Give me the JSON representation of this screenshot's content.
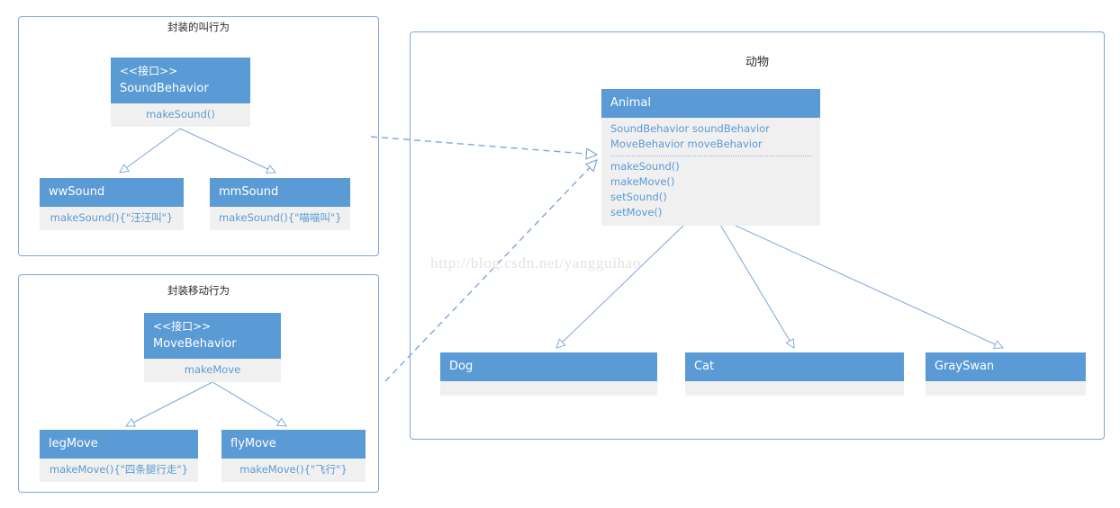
{
  "diagram": {
    "watermark": "http://blog.csdn.net/yangguihao",
    "colors": {
      "header_blue": "#5B9BD5",
      "body_gray": "#F0F0F0",
      "panel_border": "#7EA6D8",
      "text_blue": "#5B9BD5",
      "line_blue": "#7EA6D8",
      "watermark_gray": "#E3E3E3"
    }
  },
  "panels": [
    {
      "id": "sound-panel",
      "title": "封装的叫行为"
    },
    {
      "id": "move-panel",
      "title": "封装移动行为"
    },
    {
      "id": "animal-panel",
      "title": "动物"
    }
  ],
  "classes": {
    "sound_behavior": {
      "stereotype": "<<接口>>",
      "name": "SoundBehavior",
      "methods": [
        "makeSound()"
      ]
    },
    "ww_sound": {
      "name": "wwSound",
      "methods": [
        "makeSound(){\"汪汪叫\"}"
      ]
    },
    "mm_sound": {
      "name": "mmSound",
      "methods": [
        "makeSound(){\"喵喵叫\"}"
      ]
    },
    "move_behavior": {
      "stereotype": "<<接口>>",
      "name": "MoveBehavior",
      "methods": [
        "makeMove"
      ]
    },
    "leg_move": {
      "name": "legMove",
      "methods": [
        "makeMove(){\"四条腿行走\"}"
      ]
    },
    "fly_move": {
      "name": "flyMove",
      "methods": [
        "makeMove(){\"飞行\"}"
      ]
    },
    "animal": {
      "name": "Animal",
      "attributes": [
        "SoundBehavior  soundBehavior",
        "MoveBehavior  moveBehavior"
      ],
      "methods": [
        "makeSound()",
        "makeMove()",
        "setSound()",
        "setMove()"
      ]
    },
    "dog": {
      "name": "Dog",
      "methods": []
    },
    "cat": {
      "name": "Cat",
      "methods": []
    },
    "grayswan": {
      "name": "GraySwan",
      "methods": []
    }
  },
  "relations": [
    {
      "type": "generalization",
      "from": "wwSound",
      "to": "SoundBehavior"
    },
    {
      "type": "generalization",
      "from": "mmSound",
      "to": "SoundBehavior"
    },
    {
      "type": "generalization",
      "from": "legMove",
      "to": "MoveBehavior"
    },
    {
      "type": "generalization",
      "from": "flyMove",
      "to": "MoveBehavior"
    },
    {
      "type": "generalization",
      "from": "Dog",
      "to": "Animal"
    },
    {
      "type": "generalization",
      "from": "Cat",
      "to": "Animal"
    },
    {
      "type": "generalization",
      "from": "GraySwan",
      "to": "Animal"
    },
    {
      "type": "dependency",
      "from": "SoundBehavior",
      "to": "Animal"
    },
    {
      "type": "dependency",
      "from": "MoveBehavior",
      "to": "Animal"
    }
  ]
}
